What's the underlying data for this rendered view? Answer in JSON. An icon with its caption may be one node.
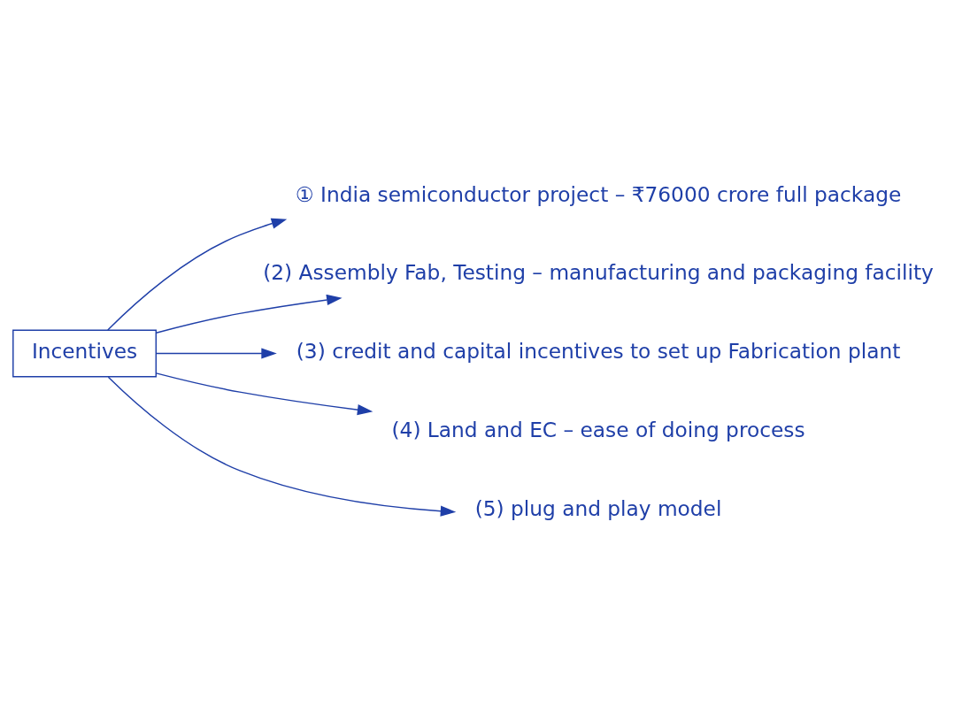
{
  "diagram": {
    "nodes": [
      {
        "text": [
          "Incentives"
        ]
      },
      {
        "text": [
          "① India semiconductor project – ₹76000 crore full package"
        ]
      },
      {
        "text": [
          "(2) Assembly Fab, Testing – manufacturing and packaging facility"
        ]
      },
      {
        "text": [
          "(3) credit and capital incentives to set up Fabrication plant"
        ]
      },
      {
        "text": [
          "(4) Land and EC – ease of doing process"
        ]
      },
      {
        "text": [
          "(5) plug and play model"
        ]
      }
    ],
    "edges": [
      {
        "from": 0,
        "to": 1,
        "arrow": "to"
      },
      {
        "from": 0,
        "to": 2,
        "arrow": "to"
      },
      {
        "from": 0,
        "to": 3,
        "arrow": "to"
      },
      {
        "from": 0,
        "to": 4,
        "arrow": "to"
      },
      {
        "from": 0,
        "to": 5,
        "arrow": "to"
      }
    ]
  }
}
